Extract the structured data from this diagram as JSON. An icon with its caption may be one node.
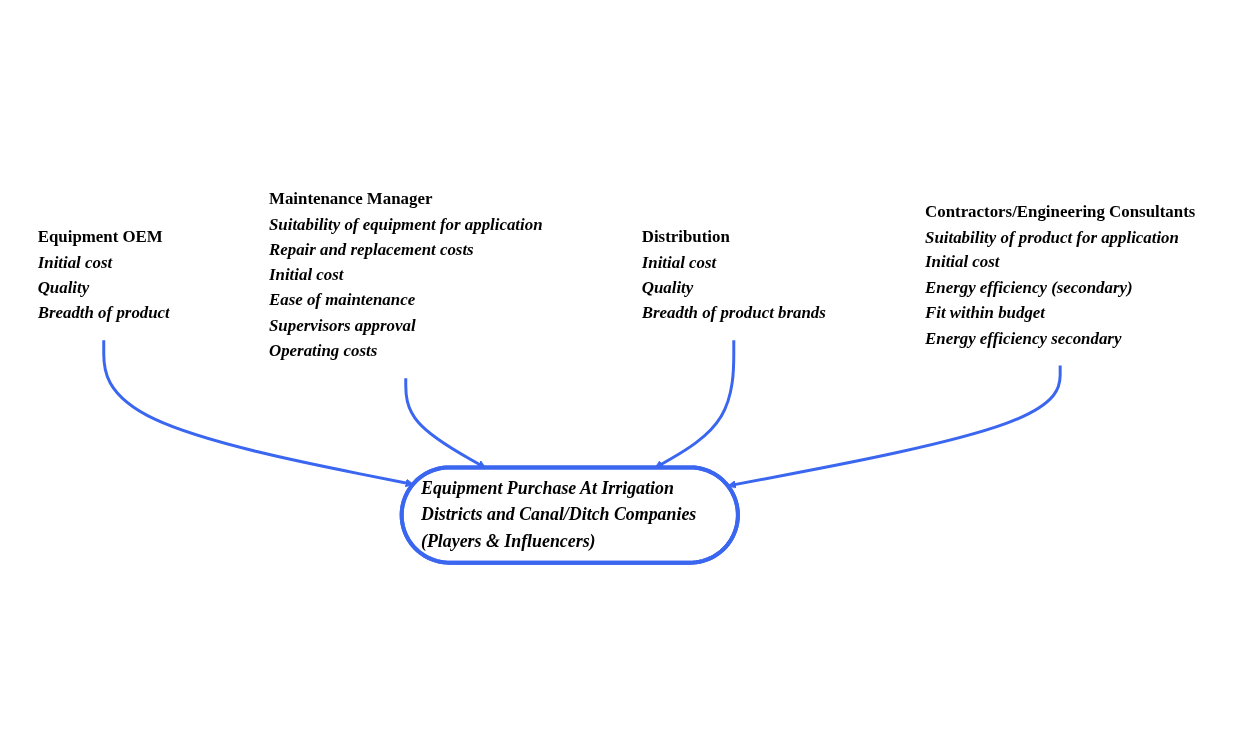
{
  "diagram": {
    "nodes": [
      {
        "text": [
          "Equipment OEM",
          "Initial cost",
          "Quality",
          "Breadth of product"
        ]
      },
      {
        "text": [
          "Maintenance Manager",
          "Suitability of equipment for application",
          "Repair and replacement costs",
          "Initial cost",
          "Ease of maintenance",
          "Supervisors approval",
          "Operating costs"
        ]
      },
      {
        "text": [
          "Equipment Purchase At Irrigation Districts and Canal/Ditch Companies (Players & Influencers)"
        ]
      },
      {
        "text": [
          "Distribution",
          "Initial cost",
          "Quality",
          "Breadth of product brands"
        ]
      },
      {
        "text": [
          "Contractors/Engineering Consultants",
          "Suitability of product for application",
          "Initial cost",
          "Energy efficiency (secondary)",
          "Fit within budget",
          "Energy efficiency secondary"
        ]
      }
    ],
    "edges": [
      {
        "from": 0,
        "to": 2,
        "arrow": "to"
      },
      {
        "from": 1,
        "to": 2,
        "arrow": "to"
      },
      {
        "from": 3,
        "to": 2,
        "arrow": "to"
      },
      {
        "from": 4,
        "to": 2,
        "arrow": "to"
      }
    ]
  }
}
